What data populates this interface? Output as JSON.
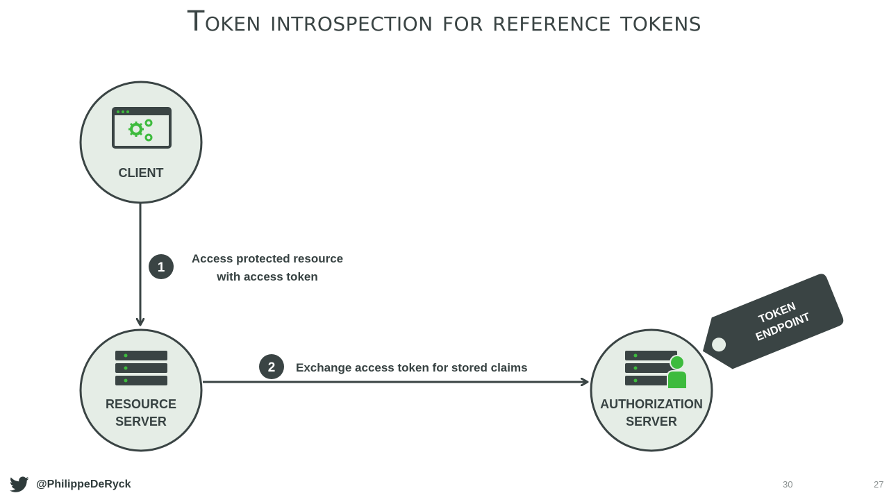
{
  "slide": {
    "title": "Token introspection for reference tokens"
  },
  "nodes": {
    "client": {
      "label": "CLIENT"
    },
    "resource_server": {
      "label_line1": "RESOURCE",
      "label_line2": "SERVER"
    },
    "authorization_server": {
      "label_line1": "AUTHORIZATION",
      "label_line2": "SERVER"
    }
  },
  "steps": [
    {
      "number": "1",
      "text_line1": "Access protected resource",
      "text_line2": "with access token"
    },
    {
      "number": "2",
      "text": "Exchange access token for stored claims"
    }
  ],
  "tag": {
    "line1": "TOKEN",
    "line2": "ENDPOINT"
  },
  "footer": {
    "handle": "@PhilippeDeRyck",
    "slide_number": "30",
    "page_number": "27"
  },
  "colors": {
    "node_fill": "#e5ede6",
    "node_stroke": "#3a4444",
    "accent_green": "#3dbb3d",
    "dark": "#3a4444"
  },
  "icons": {
    "client": "browser-gears-icon",
    "resource_server": "server-stack-icon",
    "authorization_server": "server-user-icon",
    "footer": "twitter-bird-icon"
  }
}
